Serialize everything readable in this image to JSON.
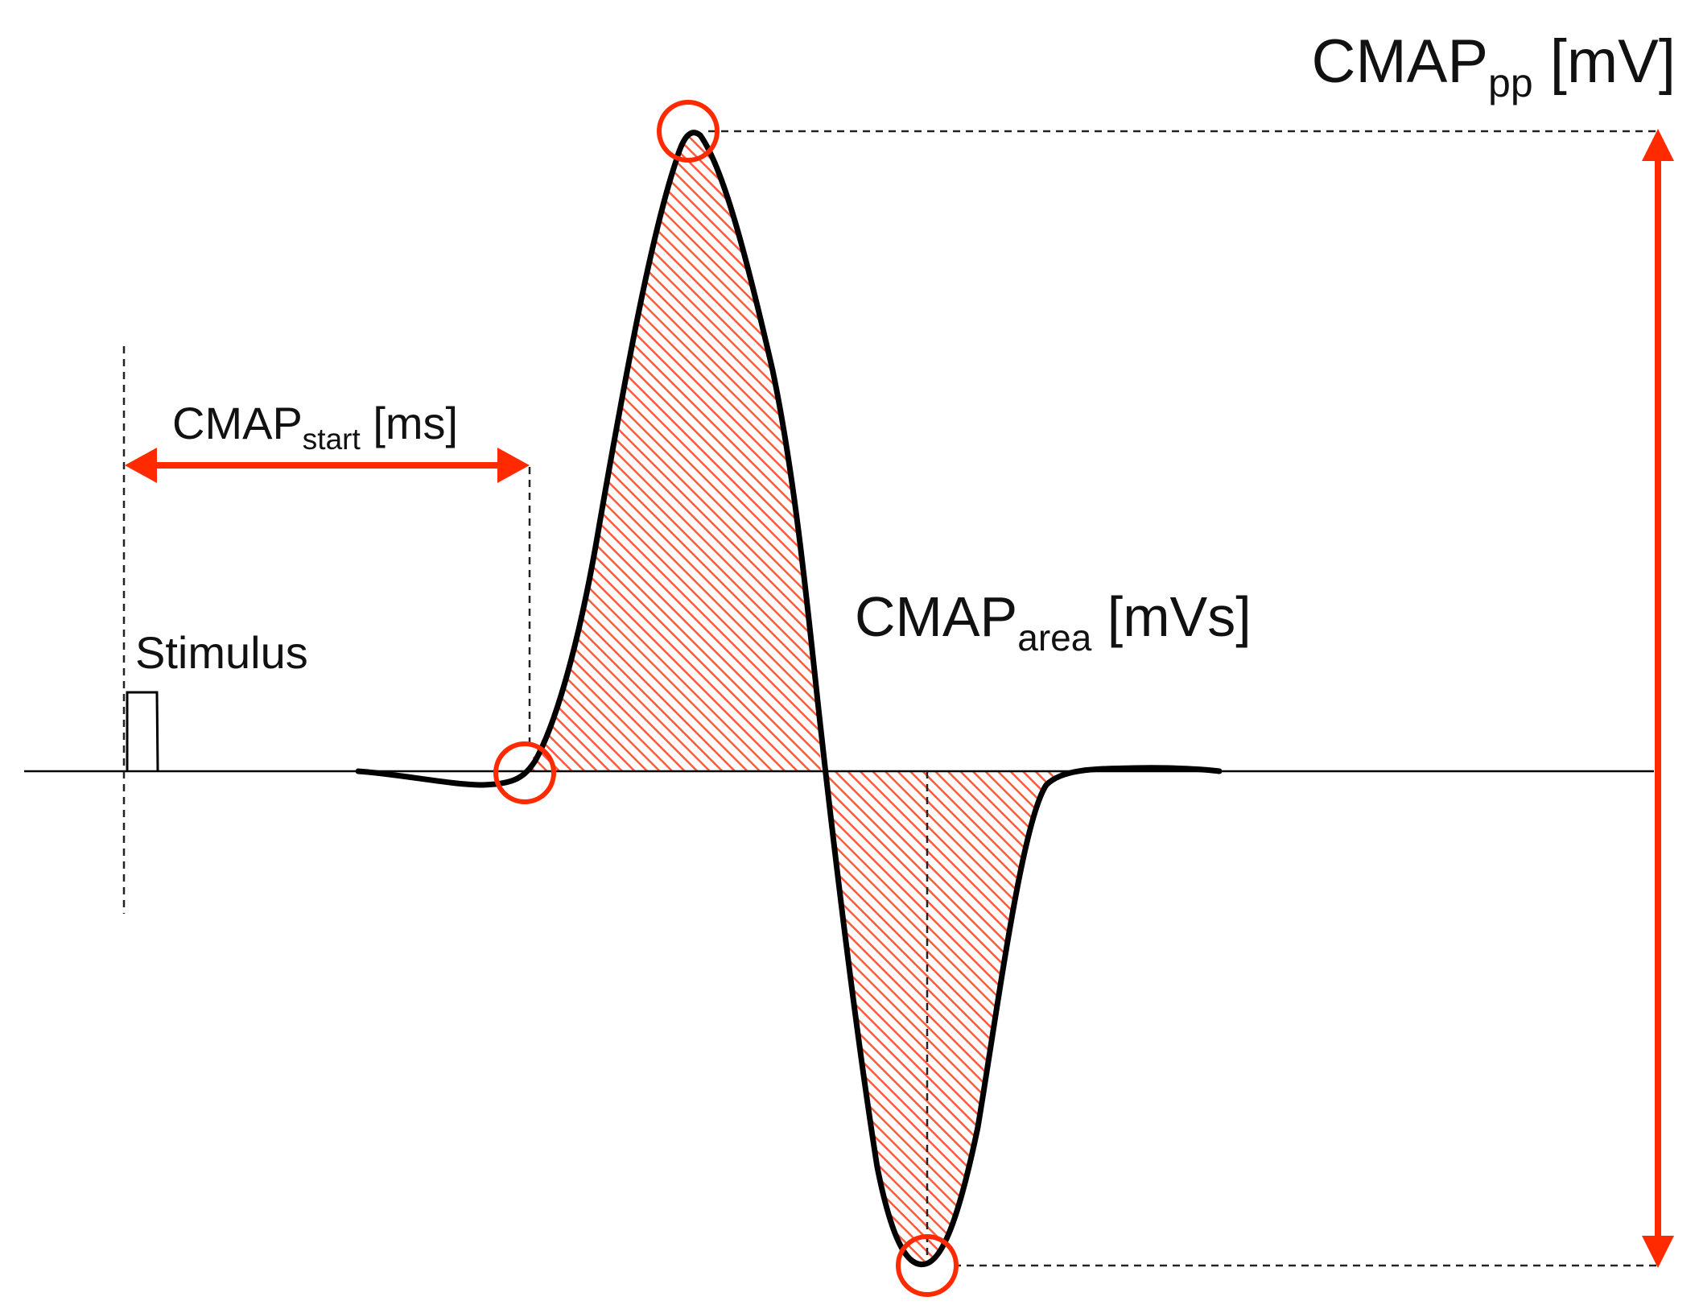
{
  "labels": {
    "pp": {
      "main": "CMAP",
      "sub": "pp",
      "unit": " [mV]"
    },
    "start": {
      "main": "CMAP",
      "sub": "start",
      "unit": " [ms]"
    },
    "area": {
      "main": "CMAP",
      "sub": "area",
      "unit": " [mVs]"
    },
    "stimulus": "Stimulus"
  },
  "colors": {
    "accent": "#ff2a00",
    "hatch": "#ff5a3c",
    "trace": "#000000",
    "guide": "#222222"
  }
}
